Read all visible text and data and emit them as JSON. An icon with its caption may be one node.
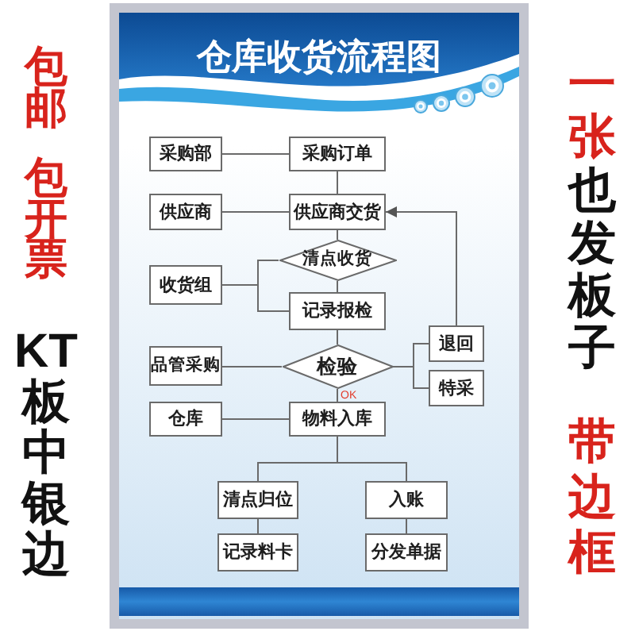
{
  "diagram": {
    "title": "仓库收货流程图",
    "nodes": [
      {
        "text": [
          "采购部"
        ]
      },
      {
        "text": [
          "采购订单"
        ]
      },
      {
        "text": [
          "供应商"
        ]
      },
      {
        "text": [
          "供应商交货"
        ]
      },
      {
        "text": [
          "清点收货"
        ]
      },
      {
        "text": [
          "收货组"
        ]
      },
      {
        "text": [
          "记录报检"
        ]
      },
      {
        "text": [
          "品管采购"
        ]
      },
      {
        "text": [
          "检验"
        ]
      },
      {
        "text": [
          "退回"
        ]
      },
      {
        "text": [
          "特采"
        ]
      },
      {
        "text": [
          "仓库"
        ]
      },
      {
        "text": [
          "物料入库"
        ]
      },
      {
        "text": [
          "清点归位"
        ]
      },
      {
        "text": [
          "入账"
        ]
      },
      {
        "text": [
          "记录料卡"
        ]
      },
      {
        "text": [
          "分发单据"
        ]
      }
    ],
    "edges": [
      {
        "from": 0,
        "to": 1,
        "arrow": "none"
      },
      {
        "from": 1,
        "to": 3,
        "arrow": "none"
      },
      {
        "from": 2,
        "to": 3,
        "arrow": "none"
      },
      {
        "from": 3,
        "to": 4,
        "arrow": "none"
      },
      {
        "from": 5,
        "to": 4,
        "arrow": "none"
      },
      {
        "from": 5,
        "to": 6,
        "arrow": "none"
      },
      {
        "from": 4,
        "to": 6,
        "arrow": "none"
      },
      {
        "from": 6,
        "to": 8,
        "arrow": "none"
      },
      {
        "from": 7,
        "to": 8,
        "arrow": "none"
      },
      {
        "from": 8,
        "to": 9,
        "arrow": "none"
      },
      {
        "from": 8,
        "to": 10,
        "arrow": "none"
      },
      {
        "from": 9,
        "to": 3,
        "arrow": "to"
      },
      {
        "from": 8,
        "to": 12,
        "arrow": "none",
        "label": "OK"
      },
      {
        "from": 11,
        "to": 12,
        "arrow": "none"
      },
      {
        "from": 12,
        "to": 13,
        "arrow": "none"
      },
      {
        "from": 12,
        "to": 14,
        "arrow": "none"
      },
      {
        "from": 13,
        "to": 15,
        "arrow": "none"
      },
      {
        "from": 14,
        "to": 16,
        "arrow": "none"
      }
    ],
    "labels": [
      "包邮",
      "包开票",
      "KT板中银边",
      "一张",
      "也发板子",
      "带边框"
    ]
  }
}
